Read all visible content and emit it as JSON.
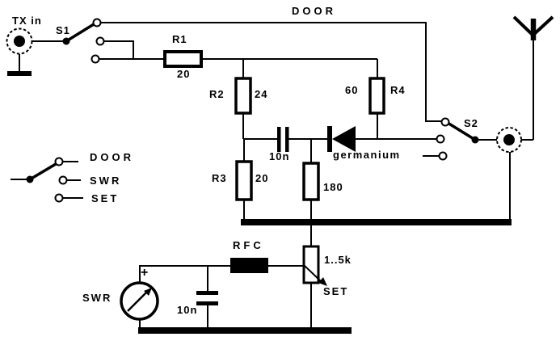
{
  "schematic": {
    "input_label": "TX in",
    "door_line_label": "DOOR",
    "switch1_label": "S1",
    "switch2_label": "S2",
    "resistors": {
      "r1": {
        "name": "R1",
        "value": "20"
      },
      "r2": {
        "name": "R2",
        "value": "24"
      },
      "r3": {
        "name": "R3",
        "value": "20"
      },
      "r4": {
        "name": "R4",
        "value": "60"
      },
      "r5": {
        "value": "180"
      }
    },
    "capacitors": {
      "coupling": "10n",
      "filter": "10n"
    },
    "diode_label": "germanium",
    "mode_switch": {
      "positions": [
        "DOOR",
        "SWR",
        "SET"
      ]
    },
    "choke_label": "RFC",
    "potentiometer": {
      "value": "1..5k",
      "label": "SET"
    },
    "meter": {
      "label": "SWR",
      "polarity": "+"
    }
  }
}
